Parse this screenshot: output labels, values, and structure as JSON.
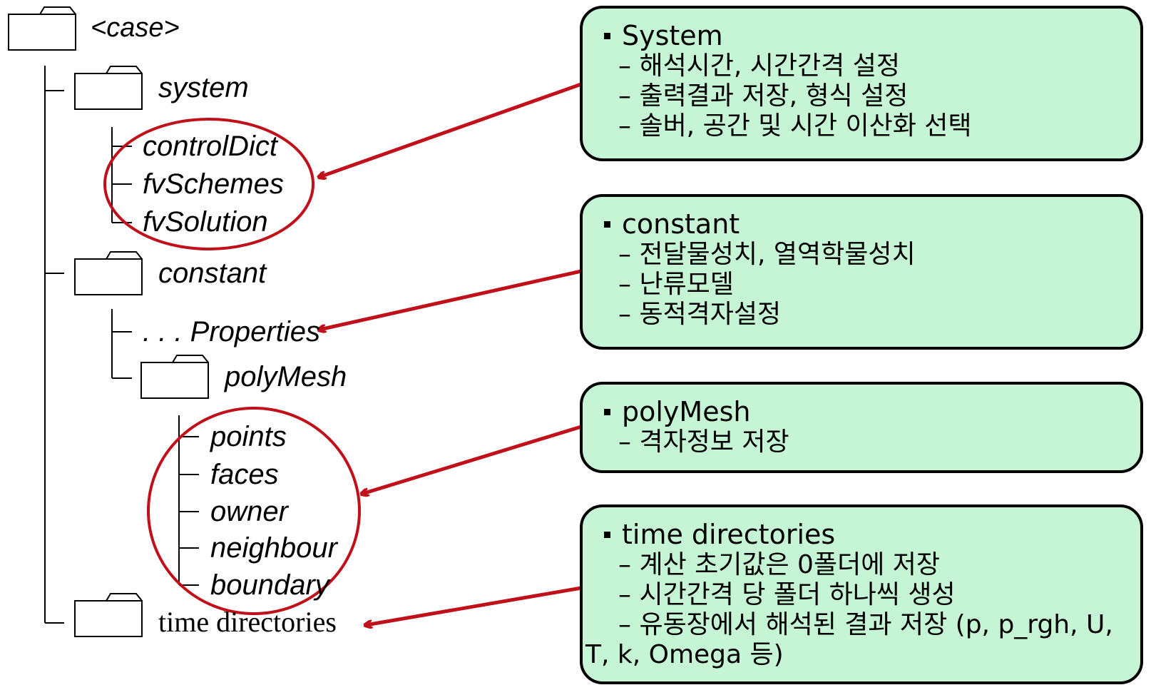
{
  "tree": {
    "root": "<case>",
    "system": "system",
    "control_dict": "controlDict",
    "fv_schemes": "fvSchemes",
    "fv_solution": "fvSolution",
    "constant": "constant",
    "properties": ". . . Properties",
    "poly_mesh": "polyMesh",
    "points": "points",
    "faces": "faces",
    "owner": "owner",
    "neighbour": "neighbour",
    "boundary": "boundary",
    "time_directories": "time directories"
  },
  "notes": {
    "system": {
      "title": "System",
      "lines": [
        "– 해석시간, 시간간격 설정",
        "– 출력결과 저장, 형식 설정",
        "– 솔버, 공간 및 시간 이산화 선택"
      ]
    },
    "constant": {
      "title": "constant",
      "lines": [
        "– 전달물성치, 열역학물성치",
        "– 난류모델",
        "– 동적격자설정"
      ]
    },
    "polymesh": {
      "title": "polyMesh",
      "lines": [
        "– 격자정보 저장"
      ]
    },
    "time": {
      "title": "time directories",
      "lines": [
        "– 계산 초기값은 0폴더에 저장",
        "– 시간간격 당 폴더 하나씩 생성",
        "– 유동장에서 해석된 결과 저장 (p, p_rgh, U, T, k, Omega 등)"
      ]
    }
  },
  "colors": {
    "box_fill": "#c6f5d6",
    "arrow": "#c0101a",
    "line": "#000000"
  }
}
